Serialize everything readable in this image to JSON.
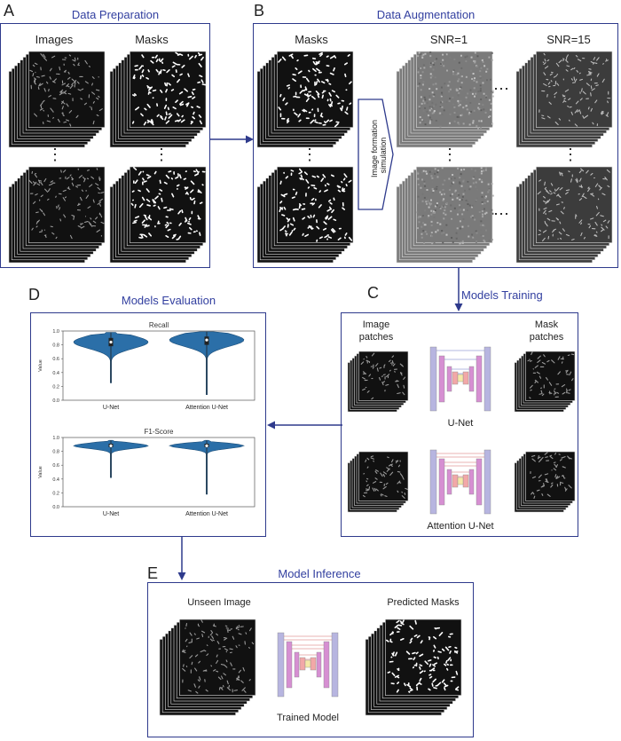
{
  "letters": {
    "a": "A",
    "b": "B",
    "c": "C",
    "d": "D",
    "e": "E"
  },
  "sections": {
    "prep": "Data Preparation",
    "aug": "Data Augmentation",
    "train": "Models Training",
    "eval": "Models Evaluation",
    "infer": "Model Inference"
  },
  "prep": {
    "images": "Images",
    "masks": "Masks"
  },
  "aug": {
    "masks": "Masks",
    "snr1": "SNR=1",
    "snr15": "SNR=15",
    "sim_line1": "Image formation",
    "sim_line2": "simulation"
  },
  "training": {
    "image_patches_1": "Image",
    "image_patches_2": "patches",
    "mask_patches_1": "Mask",
    "mask_patches_2": "patches",
    "unet": "U-Net",
    "att_unet": "Attention U-Net"
  },
  "inference": {
    "unseen": "Unseen Image",
    "predicted": "Predicted Masks",
    "trained": "Trained Model"
  },
  "ellipsis": "⋮",
  "hellipsis": "⋯",
  "colors": {
    "border": "#2e3a8c",
    "violin": "#2b6fa8",
    "unet_outer": "#b7b5e0",
    "unet_mid": "#d68fd2",
    "unet_inner": "#f2a8a8",
    "unet_core": "#f5e9a8"
  },
  "chart_data": [
    {
      "type": "violin",
      "title": "Recall",
      "ylabel": "Value",
      "categories": [
        "U-Net",
        "Attention U-Net"
      ],
      "ylim": [
        0,
        1.0
      ],
      "yticks": [
        "0.0",
        "0.2",
        "0.4",
        "0.6",
        "0.8",
        "1.0"
      ],
      "series": [
        {
          "name": "U-Net",
          "median": 0.84,
          "q1": 0.78,
          "q3": 0.9,
          "min": 0.25,
          "max": 0.98
        },
        {
          "name": "Attention U-Net",
          "median": 0.87,
          "q1": 0.8,
          "q3": 0.92,
          "min": 0.08,
          "max": 0.99
        }
      ]
    },
    {
      "type": "violin",
      "title": "F1-Score",
      "ylabel": "Value",
      "categories": [
        "U-Net",
        "Attention U-Net"
      ],
      "ylim": [
        0,
        1.0
      ],
      "yticks": [
        "0.0",
        "0.2",
        "0.4",
        "0.6",
        "0.8",
        "1.0"
      ],
      "series": [
        {
          "name": "U-Net",
          "median": 0.88,
          "q1": 0.86,
          "q3": 0.91,
          "min": 0.42,
          "max": 0.96
        },
        {
          "name": "Attention U-Net",
          "median": 0.88,
          "q1": 0.86,
          "q3": 0.91,
          "min": 0.18,
          "max": 0.96
        }
      ]
    }
  ]
}
